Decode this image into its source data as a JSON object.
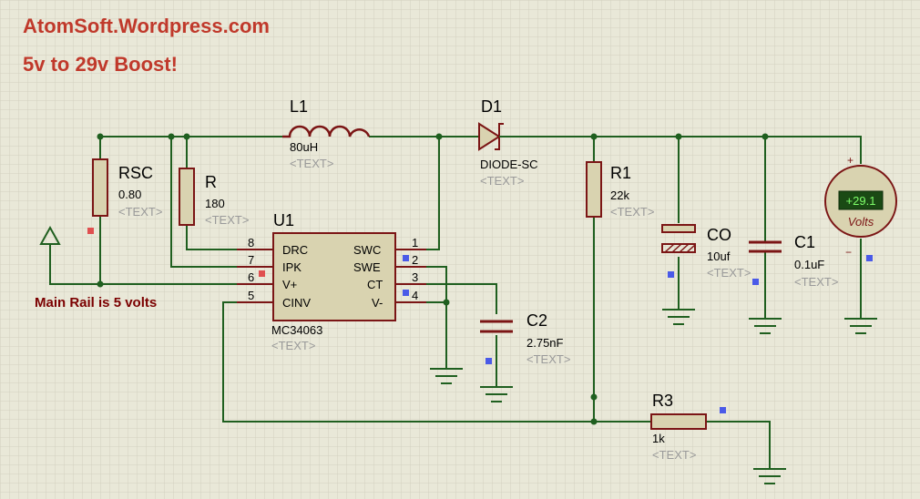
{
  "header": {
    "site": "AtomSoft.Wordpress.com",
    "subtitle": "5v to 29v Boost!"
  },
  "note": "Main Rail is 5 volts",
  "placeholder": "<TEXT>",
  "components": {
    "L1": {
      "ref": "L1",
      "value": "80uH"
    },
    "D1": {
      "ref": "D1",
      "value": "DIODE-SC"
    },
    "RSC": {
      "ref": "RSC",
      "value": "0.80"
    },
    "R": {
      "ref": "R",
      "value": "180"
    },
    "R1": {
      "ref": "R1",
      "value": "22k"
    },
    "CO": {
      "ref": "CO",
      "value": "10uf"
    },
    "C1": {
      "ref": "C1",
      "value": "0.1uF"
    },
    "C2": {
      "ref": "C2",
      "value": "2.75nF"
    },
    "R3": {
      "ref": "R3",
      "value": "1k"
    },
    "U1": {
      "ref": "U1",
      "part": "MC34063",
      "pins_left": [
        {
          "num": "8",
          "name": "DRC"
        },
        {
          "num": "7",
          "name": "IPK"
        },
        {
          "num": "6",
          "name": "V+"
        },
        {
          "num": "5",
          "name": "CINV"
        }
      ],
      "pins_right": [
        {
          "num": "1",
          "name": "SWC"
        },
        {
          "num": "2",
          "name": "SWE"
        },
        {
          "num": "3",
          "name": "CT"
        },
        {
          "num": "4",
          "name": "V-"
        }
      ]
    }
  },
  "voltmeter": {
    "reading": "+29.1",
    "unit": "Volts",
    "plus": "+",
    "minus": "−"
  },
  "colors": {
    "grid": "#d4d3c2",
    "wire": "#1f5f1f",
    "component": "#7b1515",
    "fill": "#d9d3b0",
    "title": "#c0392b"
  }
}
